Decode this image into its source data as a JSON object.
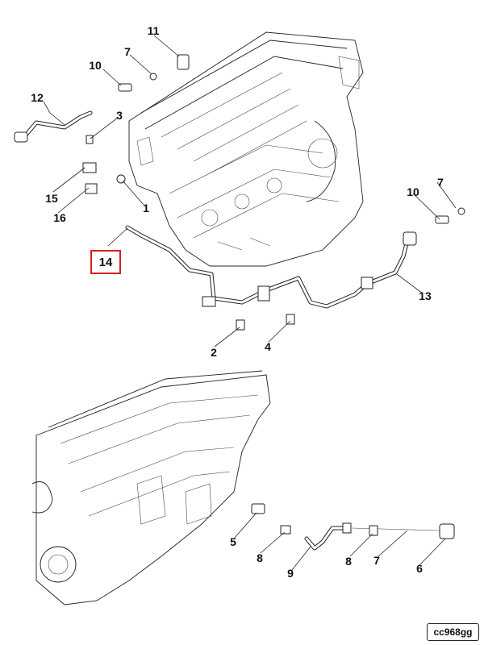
{
  "callouts": {
    "c1": "1",
    "c2": "2",
    "c3": "3",
    "c4": "4",
    "c5": "5",
    "c6": "6",
    "c7a": "7",
    "c7b": "7",
    "c7c": "7",
    "c8a": "8",
    "c8b": "8",
    "c9": "9",
    "c10a": "10",
    "c10b": "10",
    "c11": "11",
    "c12": "12",
    "c13": "13",
    "c14": "14",
    "c15": "15",
    "c16": "16"
  },
  "highlight_color": "#d42027",
  "drawing_id": "cc968gg"
}
